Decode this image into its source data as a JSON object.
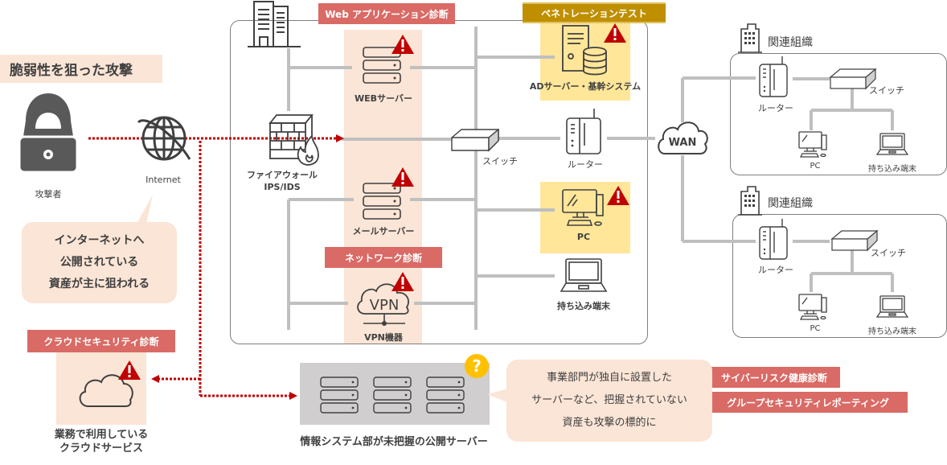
{
  "title": "脆弱性を狙った攻撃",
  "attacker": {
    "label": "攻撃者"
  },
  "internet": {
    "label": "Internet"
  },
  "callout_internet": {
    "lines": [
      "インターネットへ",
      "公開されている",
      "資産が主に狙われる"
    ]
  },
  "tags": {
    "web_app": "Web アプリケーション診断",
    "pentest": "ペネトレーションテスト",
    "network": "ネットワーク診断",
    "cloud": "クラウドセキュリティ診断",
    "cyber_risk": "サイバーリスク健康診断",
    "group_security": "グループセキュリティレポーティング"
  },
  "hq": {
    "firewall": {
      "line1": "ファイアウォール",
      "line2": "IPS/IDS"
    },
    "web_server": "WEBサーバー",
    "mail_server": "メールサーバー",
    "vpn": {
      "glyph": "VPN",
      "label": "VPN機器"
    },
    "ad_server": "ADサーバー・基幹システム",
    "switch": "スイッチ",
    "router": "ルーター",
    "pc": "PC",
    "laptop": "持ち込み端末"
  },
  "wan": "WAN",
  "affiliates": [
    {
      "title": "関連組織",
      "router": "ルーター",
      "switch": "スイッチ",
      "pc": "PC",
      "laptop": "持ち込み端末"
    },
    {
      "title": "関連組織",
      "router": "ルーター",
      "switch": "スイッチ",
      "pc": "PC",
      "laptop": "持ち込み端末"
    }
  ],
  "cloud_service": {
    "label_line1": "業務で利用している",
    "label_line2": "クラウドサービス"
  },
  "unmanaged_servers": {
    "label": "情報システム部が未把握の公開サーバー",
    "badge": "?"
  },
  "callout_unmanaged": {
    "lines": [
      "事業部門が独自に設置した",
      "サーバーなど、把握されていない",
      "資産も攻撃の標的に"
    ]
  },
  "colors": {
    "alert_red": "#c00000",
    "attack_line": "#c00000",
    "tag_red": "#d96a65",
    "tag_gold": "#bf8f00",
    "peach": "#fbe5d6",
    "yellow": "#ffe699",
    "question_badge": "#ffc000",
    "line_gray": "#bfbfbf"
  }
}
